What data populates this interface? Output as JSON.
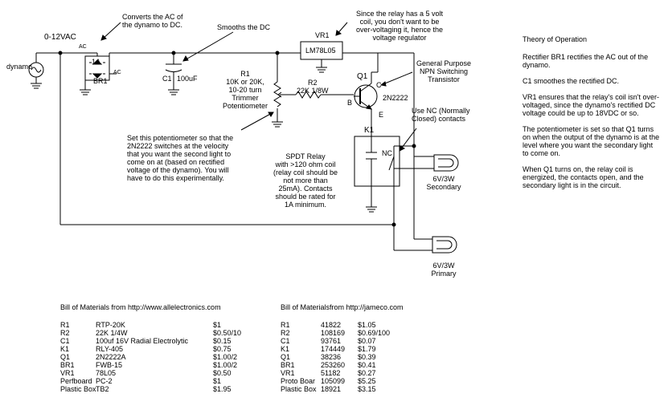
{
  "labels": {
    "dynamo": "dynamo",
    "supply": "0-12VAC",
    "bridge_ac_top": "AC",
    "bridge_ac_right": "AC",
    "bridge_rating": "1A",
    "bridge_ref": "BR1",
    "c1_ref": "C1",
    "c1_value": "100uF",
    "vr1_ref": "VR1",
    "vr1_part": "LM78L05",
    "r1_ref": "R1",
    "r1_desc_1": "10K or 20K,",
    "r1_desc_2": "10-20 turn",
    "r1_desc_3": "Trimmer",
    "r1_desc_4": "Potentiometer",
    "r2_ref": "R2",
    "r2_value": "22K 1/8W",
    "q1_ref": "Q1",
    "q1_part": "2N2222",
    "pin_b": "B",
    "pin_c": "C",
    "pin_e": "E",
    "k1_ref": "K1",
    "nc": "NC",
    "lamp_secondary_1": "6V/3W",
    "lamp_secondary_2": "Secondary",
    "lamp_primary_1": "6V/3W",
    "lamp_primary_2": "Primary"
  },
  "annotations": {
    "bridge_note": [
      "Converts the AC of",
      "the dynamo to DC."
    ],
    "cap_note": "Smooths the DC",
    "regulator_note": [
      "Since the relay has a 5 volt",
      "coil, you don't want to be",
      "over-voltaging it, hence the",
      "voltage regulator"
    ],
    "transistor_note": [
      "General Purpose",
      "NPN Switching",
      "Transistor"
    ],
    "nc_note": [
      "Use NC (Normally",
      "Closed) contacts"
    ],
    "pot_note": [
      "Set this potentiometer so that the",
      "2N2222 switches at the velocity",
      "that you want the second light to",
      "come on at (based on rectified",
      "voltage of the dynamo).  You will",
      "have to do this experimentally."
    ],
    "relay_note": [
      "SPDT Relay",
      "with >120 ohm coil",
      "(relay coil should be",
      "not more than",
      "25mA). Contacts",
      "should be rated for",
      "1A minimum."
    ]
  },
  "theory": {
    "heading": "Theory of Operation",
    "paragraphs": [
      "Rectifier BR1 rectifies the AC out of the dynamo.",
      "C1 smoothes the rectified DC.",
      "VR1 ensures that the relay's coil isn't over-voltaged, since the dynamo's rectified DC voltage could be up to 18VDC or so.",
      "The potentiometer is set so that Q1 turns on when the output of the dynamo is at the level where you want the secondary light to come on.",
      "When Q1 turns on, the relay coil is energized, the contacts open, and the secondary light is in the circuit."
    ]
  },
  "bom_allelectronics": {
    "title": "Bill of Materials from http://www.allelectronics.com",
    "rows": [
      [
        "R1",
        "RTP-20K",
        "$1"
      ],
      [
        "R2",
        "22K 1/4W",
        "$0.50/10"
      ],
      [
        "C1",
        "100uf 16V Radial Electrolytic",
        "$0.15"
      ],
      [
        "K1",
        "RLY-405",
        "$0.75"
      ],
      [
        "Q1",
        "2N2222A",
        "$1.00/2"
      ],
      [
        "BR1",
        "FWB-15",
        "$1.00/2"
      ],
      [
        "VR1",
        "78L05",
        "$0.50"
      ],
      [
        "Perfboard",
        "PC-2",
        "$1"
      ],
      [
        "Plastic Box",
        "TB2",
        "$1.95"
      ]
    ]
  },
  "bom_jameco": {
    "title": "Bill of Materialsfrom http://jameco.com",
    "rows": [
      [
        "R1",
        "41822",
        "$1.05"
      ],
      [
        "R2",
        "108169",
        "$0.69/100"
      ],
      [
        "C1",
        "93761",
        "$0.07"
      ],
      [
        "K1",
        "174449",
        "$1.79"
      ],
      [
        "Q1",
        "38236",
        "$0.39"
      ],
      [
        "BR1",
        "253260",
        "$0.41"
      ],
      [
        "VR1",
        "51182",
        "$0.27"
      ],
      [
        "Proto Boar",
        "105099",
        "$5.25"
      ],
      [
        "Plastic Box",
        "18921",
        "$3.15"
      ]
    ]
  }
}
